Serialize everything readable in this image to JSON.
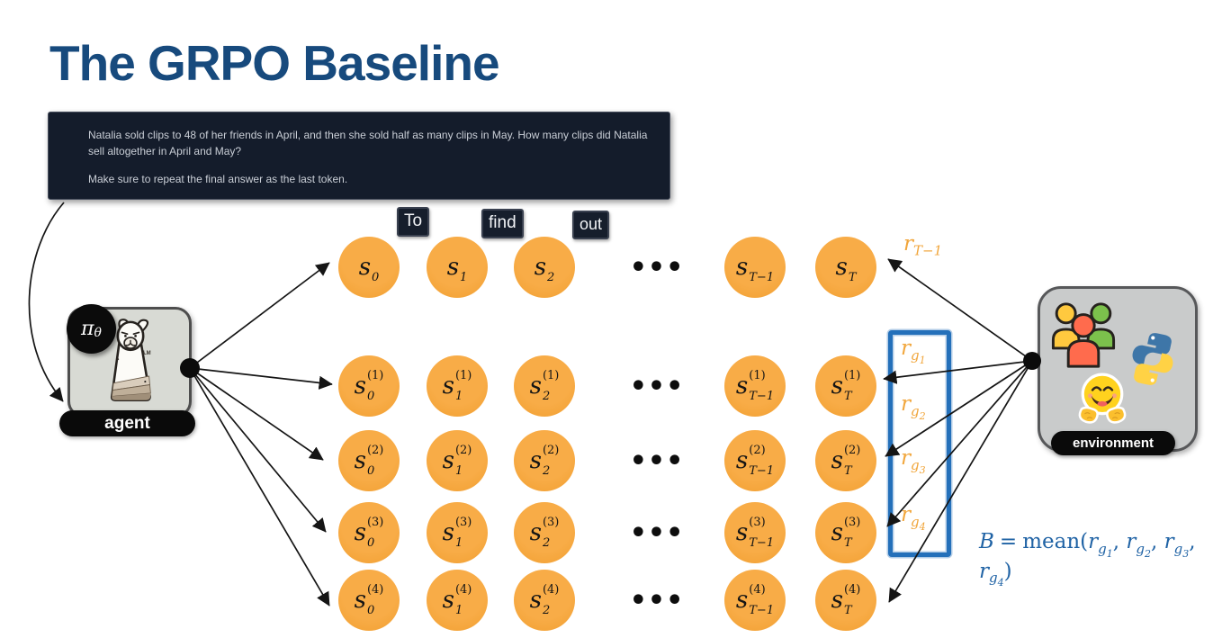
{
  "slide": {
    "title": "The GRPO Baseline"
  },
  "prompt_box": {
    "lines": [
      "Natalia sold clips to 48 of her friends in April, and then she sold half as many clips in May. How many clips did Natalia sell altogether in April and May?",
      "Make sure to repeat the final answer as the last token."
    ]
  },
  "tokens": [
    "To",
    "find",
    "out"
  ],
  "agent": {
    "label": "agent",
    "policy_symbol": "π",
    "policy_sub": "θ",
    "llama_badge": "LM"
  },
  "environment": {
    "label": "environment"
  },
  "grid": {
    "base": "s",
    "col_subs": [
      "0",
      "1",
      "2",
      "T−1",
      "T"
    ],
    "rows": [
      {
        "sup": ""
      },
      {
        "sup": "(1)"
      },
      {
        "sup": "(2)"
      },
      {
        "sup": "(3)"
      },
      {
        "sup": "(4)"
      }
    ],
    "ellipsis": "•••"
  },
  "rewards": {
    "terminal": {
      "base": "r",
      "sub": "T−1"
    },
    "group": [
      {
        "base": "r",
        "sub": "g",
        "index": "1"
      },
      {
        "base": "r",
        "sub": "g",
        "index": "2"
      },
      {
        "base": "r",
        "sub": "g",
        "index": "3"
      },
      {
        "base": "r",
        "sub": "g",
        "index": "4"
      }
    ]
  },
  "formula": {
    "lhs": "B",
    "relation": "=",
    "func": "mean(",
    "separator": ", ",
    "close": ")",
    "args": [
      {
        "base": "r",
        "sub": "g",
        "index": "1"
      },
      {
        "base": "r",
        "sub": "g",
        "index": "2"
      },
      {
        "base": "r",
        "sub": "g",
        "index": "3"
      },
      {
        "base": "r",
        "sub": "g",
        "index": "4"
      }
    ]
  },
  "colors": {
    "title_blue": "#174A7D",
    "circle_orange": "#F6A43C",
    "reward_orange": "#F1A63C",
    "formula_blue": "#2063A5",
    "frame_blue": "#2470BA",
    "prompt_bg": "#141C2B",
    "chip_bg": "#161E2C",
    "arrow_black": "#151515"
  }
}
